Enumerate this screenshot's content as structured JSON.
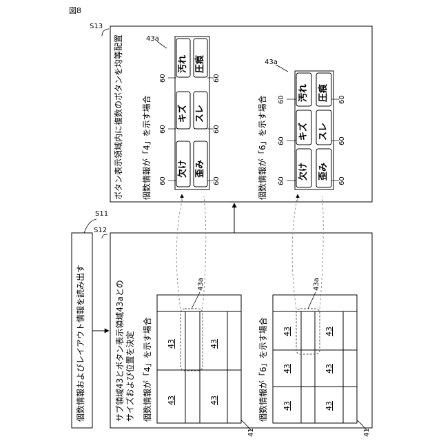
{
  "figure_label": "図8",
  "steps": {
    "s11": {
      "id": "S11",
      "text": "個数情報およびレイアウト情報を読み出す"
    },
    "s12": {
      "id": "S12",
      "text_line1": "サブ領域43とボタン表示領域43aとの",
      "text_line2": "サイズおよび位置を決定"
    },
    "s13": {
      "id": "S13",
      "text": "ボタン表示領域内に複数のボタンを均等配置"
    }
  },
  "case4": "個数情報が「4」を示す場合",
  "case6": "個数情報が「6」を示す場合",
  "ref_43": "43",
  "ref_43a": "43a",
  "ref_41": "41",
  "ref_60": "60",
  "buttons": {
    "four": [
      "欠け",
      "歪み",
      "キズ",
      "スレ"
    ],
    "six": [
      "欠け",
      "歪み",
      "キズ",
      "スレ",
      "汚れ",
      "圧痕"
    ]
  }
}
